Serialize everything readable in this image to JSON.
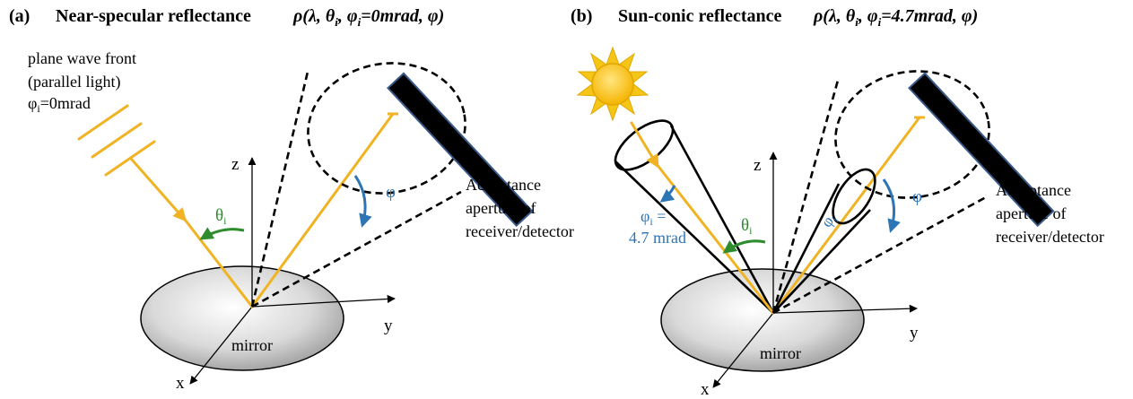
{
  "panel_a": {
    "tag": "(a)",
    "title": "Near-specular reflectance",
    "formula": "ρ(λ, θi, φi=0mrad, φ)",
    "formula_parts": [
      "ρ(λ, θ",
      "i",
      ", φ",
      "i",
      "=0mrad, φ)"
    ],
    "wavefront_label": [
      "plane wave front",
      "(parallel light)",
      "φi=0mrad"
    ],
    "phi_i_symbol": "φ",
    "phi_i_sub": "i",
    "phi_i_value": "=0mrad",
    "theta_symbol": "θ",
    "theta_sub": "i",
    "phi_label": "φ",
    "axis_z": "z",
    "axis_y": "y",
    "axis_x": "x",
    "mirror_label": "mirror",
    "acceptance_label": [
      "Acceptance",
      "aperture of",
      "receiver/detector"
    ]
  },
  "panel_b": {
    "tag": "(b)",
    "title": "Sun-conic reflectance",
    "formula_parts": [
      "ρ(λ, θ",
      "i",
      ", φ",
      "i",
      "=4.7mrad, φ)"
    ],
    "phi_i_symbol": "φ",
    "phi_i_sub": "i",
    "phi_i_value": " =",
    "phi_i_mrad": "4.7 mrad",
    "theta_symbol": "θ",
    "theta_sub": "i",
    "phi_label": "φ",
    "axis_z": "z",
    "axis_y": "y",
    "axis_x": "x",
    "mirror_label": "mirror",
    "acceptance_label": [
      "Acceptance",
      "aperture of",
      "receiver/detector"
    ]
  },
  "colors": {
    "ray": "#f0b323",
    "phi_arc": "#2e75b6",
    "theta_arc": "#2e8b2e",
    "detector": "#000000",
    "detector_edge": "#3a5a8a",
    "sun": "#f5c518"
  }
}
